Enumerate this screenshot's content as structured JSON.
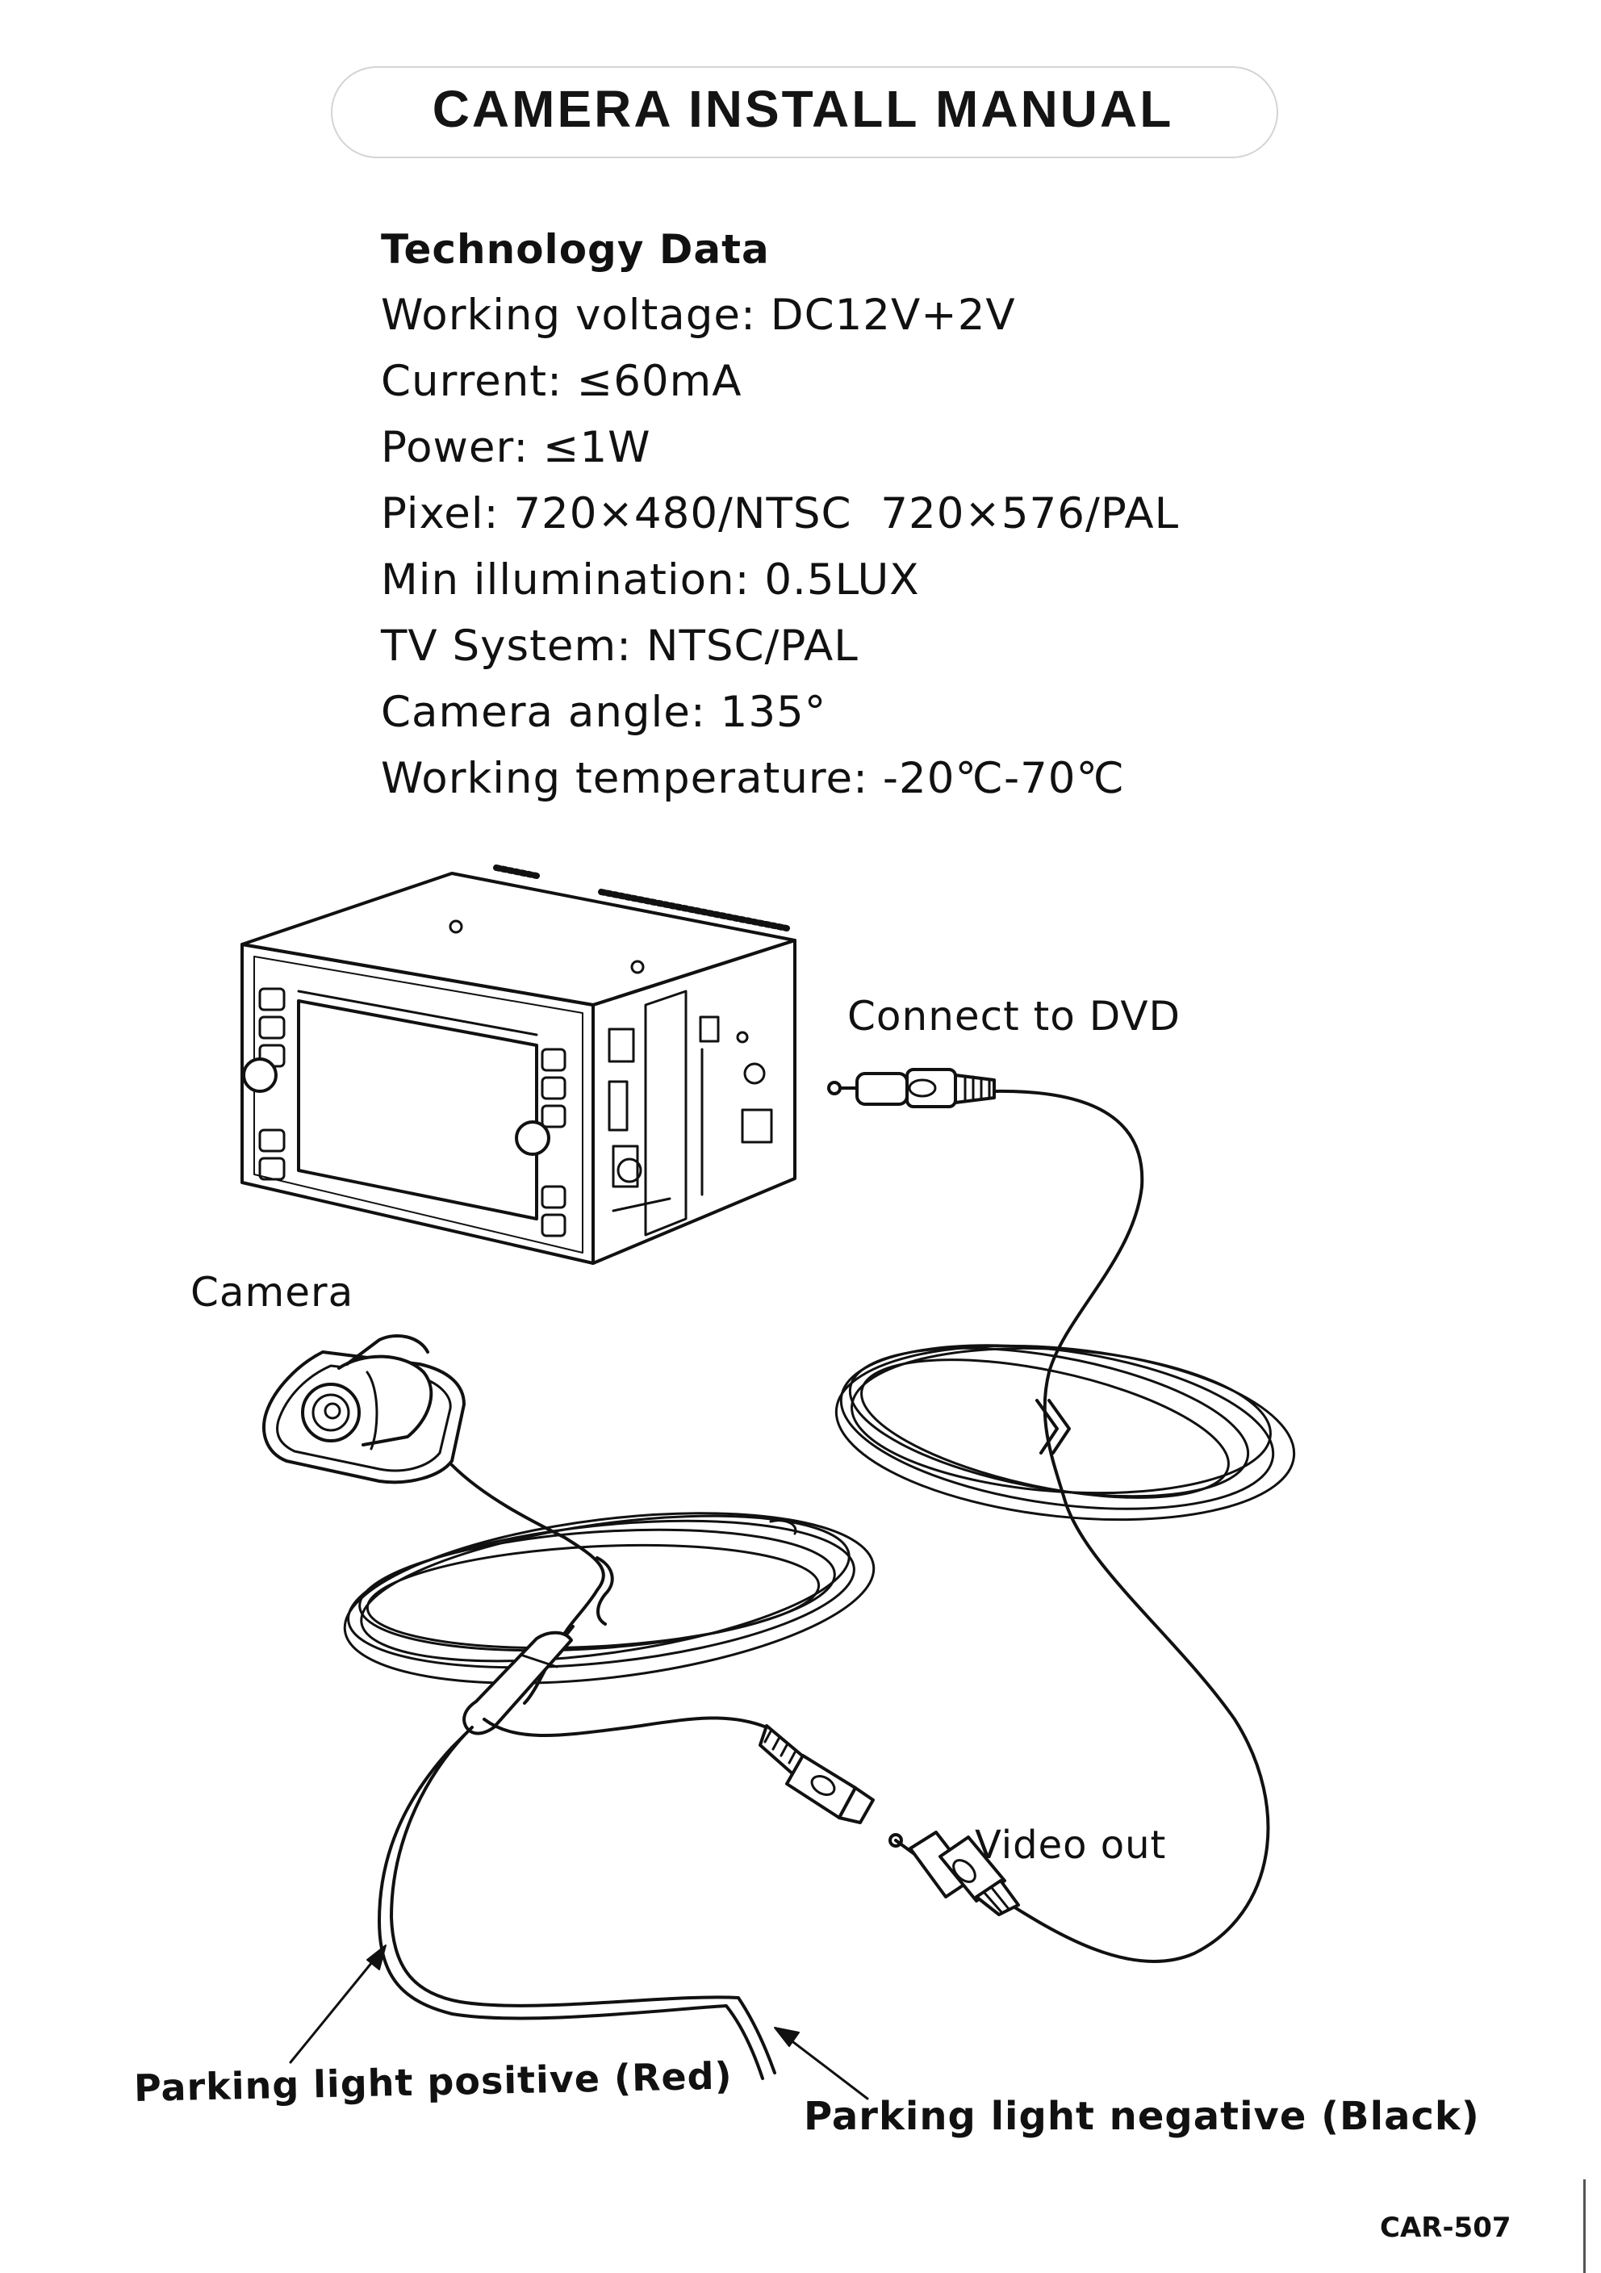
{
  "manual": {
    "title": "CAMERA INSTALL MANUAL",
    "model_code": "CAR-507"
  },
  "technology_data": {
    "heading": "Technology Data",
    "specs": [
      {
        "label": "Working voltage",
        "value": "DC12V+2V"
      },
      {
        "label": "Current",
        "value": "≤60mA"
      },
      {
        "label": "Power",
        "value": "≤1W"
      },
      {
        "label": "Pixel",
        "value": "720×480/NTSC  720×576/PAL"
      },
      {
        "label": "Min illumination",
        "value": "0.5LUX"
      },
      {
        "label": "TV System",
        "value": "NTSC/PAL"
      },
      {
        "label": "Camera angle",
        "value": "135°"
      },
      {
        "label": "Working temperature",
        "value": "-20℃-70℃"
      }
    ]
  },
  "diagram": {
    "labels": {
      "connect_to_dvd": "Connect to DVD",
      "camera": "Camera",
      "video_out": "Video out",
      "parking_positive": "Parking light positive (Red)",
      "parking_negative": "Parking light negative (Black)"
    }
  }
}
